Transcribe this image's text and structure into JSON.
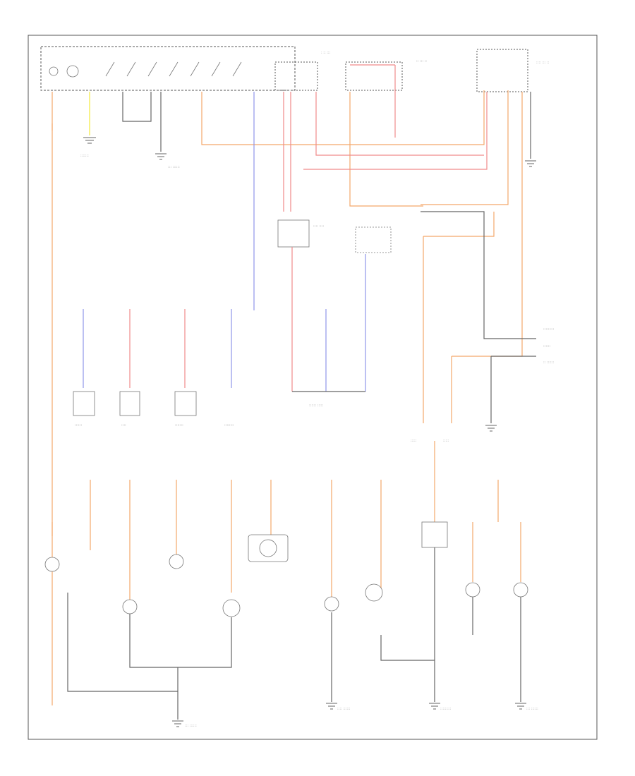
{
  "diagram": {
    "footer_code": "",
    "colors": {
      "orange": "#f4a86a",
      "red": "#f08a8a",
      "blue": "#8f95e8",
      "yellow": "#f2ea3a",
      "gray": "#666666",
      "pink": "#f3a6a6"
    },
    "components": [
      {
        "id": "headlamp-switch",
        "label": ""
      },
      {
        "id": "instrument-cluster",
        "label": ""
      },
      {
        "id": "lighting-control-module",
        "label": ""
      },
      {
        "id": "fuse-block",
        "label": ""
      },
      {
        "id": "relay-module",
        "label": ""
      },
      {
        "id": "ashtray-lamp",
        "label": ""
      },
      {
        "id": "heater-control-lamp",
        "label": ""
      },
      {
        "id": "radio",
        "label": ""
      },
      {
        "id": "glove-box-lamp",
        "label": ""
      }
    ]
  }
}
